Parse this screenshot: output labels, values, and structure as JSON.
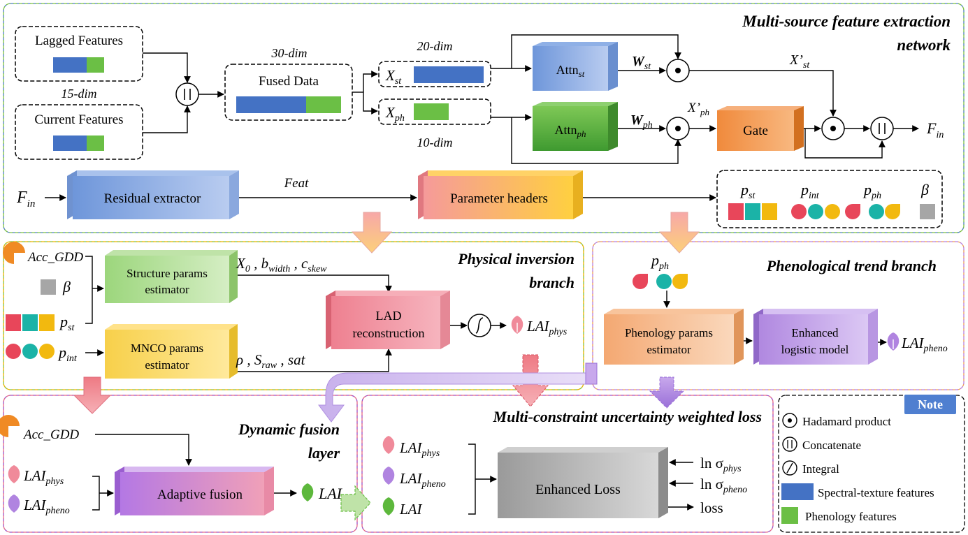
{
  "colors": {
    "spectral": "#4472C4",
    "phenology": "#6BBF45",
    "red": "#E8465A",
    "teal": "#1BB3A7",
    "yellow": "#F2B90F",
    "orange": "#F08A24",
    "gray": "#A6A6A6",
    "blue_region": "#4A78C8",
    "green_region": "#7CC242",
    "yellow_region": "#E8B400",
    "pink_region": "#E46A8A",
    "orange_region": "#F0A050",
    "purple_region": "#9A50C8"
  },
  "extraction": {
    "title_line1": "Multi-source feature extraction",
    "title_line2": "network",
    "lagged_label": "Lagged Features",
    "current_label": "Current Features",
    "dim15": "15-dim",
    "dim30": "30-dim",
    "dim20": "20-dim",
    "dim10": "10-dim",
    "fused_label": "Fused Data",
    "xst": "X",
    "xst_sub": "st",
    "xph": "X",
    "xph_sub": "ph",
    "attn": "Attn",
    "attn_st_sub": "st",
    "attn_ph_sub": "ph",
    "w": "W",
    "w_st_sub": "st",
    "w_ph_sub": "ph",
    "xprime": "X’",
    "xprime_st_sub": "st",
    "xprime_ph_sub": "ph",
    "gate": "Gate",
    "fin": "F",
    "fin_sub": "in"
  },
  "row2": {
    "fin": "F",
    "fin_sub": "in",
    "residual": "Residual extractor",
    "feat": "Feat",
    "param_headers": "Parameter headers",
    "p": "p",
    "pst_sub": "st",
    "pint_sub": "int",
    "pph_sub": "ph",
    "beta": "β"
  },
  "physical": {
    "title_line1": "Physical inversion",
    "title_line2": "branch",
    "acc_gdd": "Acc_GDD",
    "beta": "β",
    "p": "p",
    "pst_sub": "st",
    "pint_sub": "int",
    "structure_line1": "Structure params",
    "structure_line2": "estimator",
    "mnco_line1": "MNCO params",
    "mnco_line2": "estimator",
    "x0": "X",
    "x0_sub": "0",
    "bwidth": "b",
    "bwidth_sub": "width",
    "cskew": "c",
    "cskew_sub": "skew",
    "rho": "ρ",
    "sraw": "S",
    "sraw_sub": "raw",
    "sat": "sat",
    "lad_line1": "LAD",
    "lad_line2": "reconstruction",
    "lai": "LAI",
    "phys_sub": "phys"
  },
  "phenological": {
    "title": "Phenological trend branch",
    "p": "p",
    "pph_sub": "ph",
    "pheno_line1": "Phenology params",
    "pheno_line2": "estimator",
    "logistic_line1": "Enhanced",
    "logistic_line2": "logistic model",
    "lai": "LAI",
    "pheno_sub": "pheno"
  },
  "fusion": {
    "title_line1": "Dynamic fusion",
    "title_line2": "layer",
    "acc_gdd": "Acc_GDD",
    "lai": "LAI",
    "phys_sub": "phys",
    "pheno_sub": "pheno",
    "adaptive": "Adaptive fusion",
    "output": "LAI"
  },
  "loss": {
    "title": "Multi-constraint uncertainty weighted loss",
    "lai": "LAI",
    "phys_sub": "phys",
    "pheno_sub": "pheno",
    "enhanced": "Enhanced Loss",
    "ln": "ln σ",
    "phys": "phys",
    "pheno": "pheno",
    "loss_out": "loss"
  },
  "note": {
    "title": "Note",
    "hadamard": "Hadamard product",
    "concat": "Concatenate",
    "integral": "Integral",
    "spectral": "Spectral-texture features",
    "phenology": "Phenology features"
  }
}
